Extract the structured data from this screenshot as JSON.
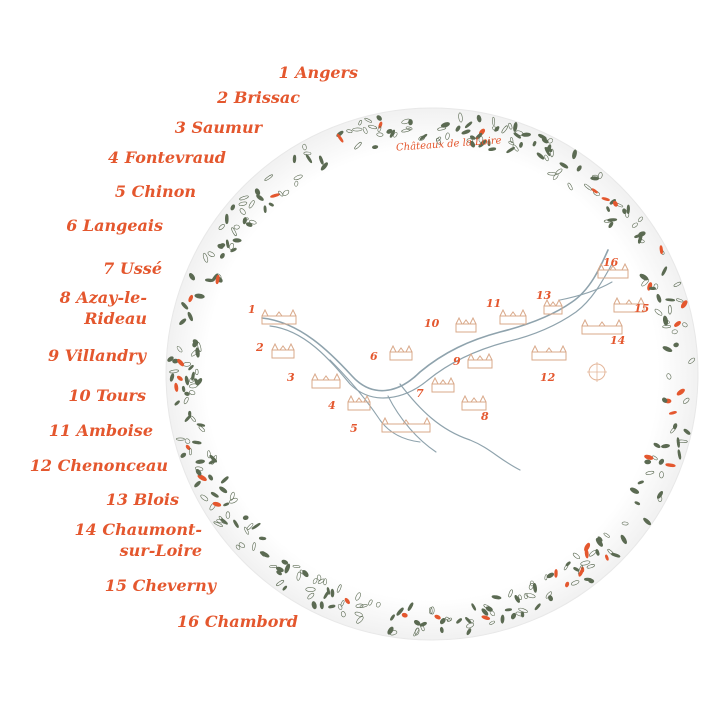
{
  "map_title": "Châteaux de la Loire",
  "accent_color": "#e4572e",
  "leaf_color": "#5b6a52",
  "river_color": "#8fa3ad",
  "legend": [
    {
      "n": "1",
      "lines": [
        "1 Angers"
      ]
    },
    {
      "n": "2",
      "lines": [
        "2 Brissac"
      ]
    },
    {
      "n": "3",
      "lines": [
        "3 Saumur"
      ]
    },
    {
      "n": "4",
      "lines": [
        "4 Fontevraud"
      ]
    },
    {
      "n": "5",
      "lines": [
        "5 Chinon"
      ]
    },
    {
      "n": "6",
      "lines": [
        "6 Langeais"
      ]
    },
    {
      "n": "7",
      "lines": [
        "7 Ussé"
      ]
    },
    {
      "n": "8",
      "lines": [
        "8 Azay-le-",
        "Rideau"
      ]
    },
    {
      "n": "9",
      "lines": [
        "9 Villandry"
      ]
    },
    {
      "n": "10",
      "lines": [
        "10 Tours"
      ]
    },
    {
      "n": "11",
      "lines": [
        "11 Amboise"
      ]
    },
    {
      "n": "12",
      "lines": [
        "12 Chenonceau"
      ]
    },
    {
      "n": "13",
      "lines": [
        "13 Blois"
      ]
    },
    {
      "n": "14",
      "lines": [
        "14 Chaumont-",
        "sur-Loire"
      ]
    },
    {
      "n": "15",
      "lines": [
        "15 Cheverny"
      ]
    },
    {
      "n": "16",
      "lines": [
        "16 Chambord"
      ]
    }
  ],
  "map_numbers": [
    "1",
    "2",
    "3",
    "4",
    "5",
    "6",
    "7",
    "8",
    "9",
    "10",
    "11",
    "12",
    "13",
    "14",
    "15",
    "16"
  ]
}
